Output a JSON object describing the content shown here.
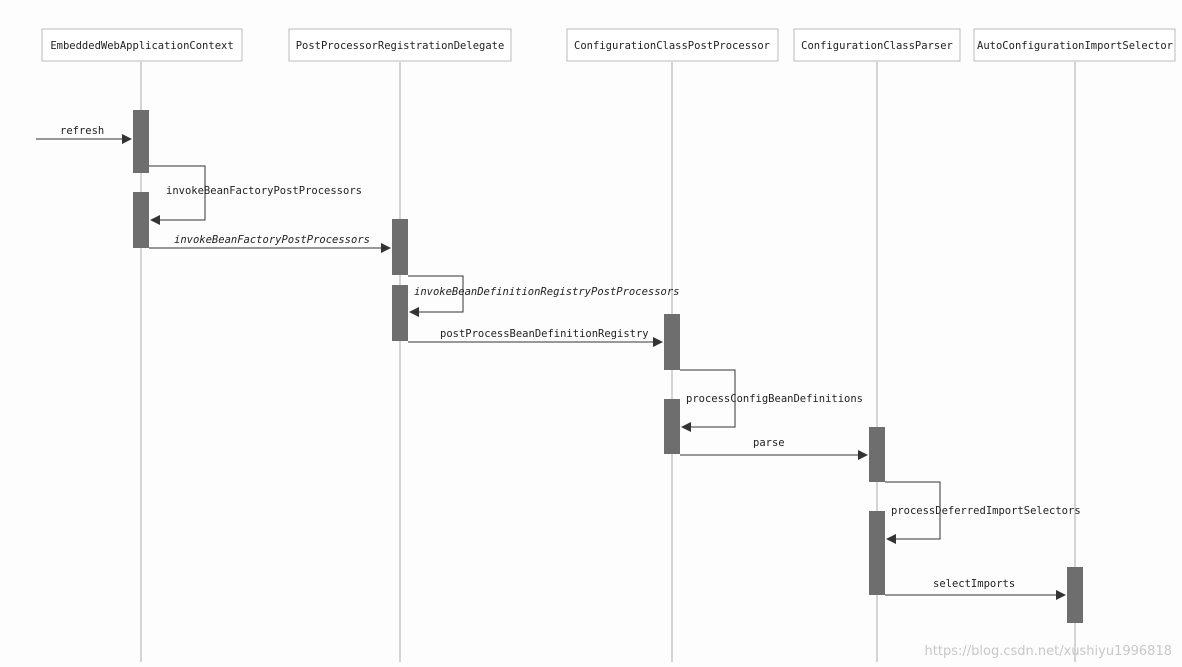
{
  "participants": [
    {
      "id": "ewac",
      "label": "EmbeddedWebApplicationContext"
    },
    {
      "id": "pprd",
      "label": "PostProcessorRegistrationDelegate"
    },
    {
      "id": "ccpp",
      "label": "ConfigurationClassPostProcessor"
    },
    {
      "id": "ccp",
      "label": "ConfigurationClassParser"
    },
    {
      "id": "acis",
      "label": "AutoConfigurationImportSelector"
    }
  ],
  "messages": [
    {
      "id": "refresh",
      "label": "refresh",
      "italic": false
    },
    {
      "id": "invokeSelf",
      "label": "invokeBeanFactoryPostProcessors",
      "italic": false
    },
    {
      "id": "invokeDelegate",
      "label": "invokeBeanFactoryPostProcessors",
      "italic": true
    },
    {
      "id": "invokeRegistry",
      "label": "invokeBeanDefinitionRegistryPostProcessors",
      "italic": true
    },
    {
      "id": "postProcess",
      "label": "postProcessBeanDefinitionRegistry",
      "italic": false
    },
    {
      "id": "processConfig",
      "label": "processConfigBeanDefinitions",
      "italic": false
    },
    {
      "id": "parse",
      "label": "parse",
      "italic": false
    },
    {
      "id": "processDeferred",
      "label": "processDeferredImportSelectors",
      "italic": false
    },
    {
      "id": "selectImports",
      "label": "selectImports",
      "italic": false
    }
  ],
  "watermark": "https://blog.csdn.net/xushiyu1996818",
  "colors": {
    "lifeline": "#aaaaaa",
    "activation": "#6e6e6e",
    "arrow": "#333333",
    "box_border": "#bbbbbb"
  }
}
